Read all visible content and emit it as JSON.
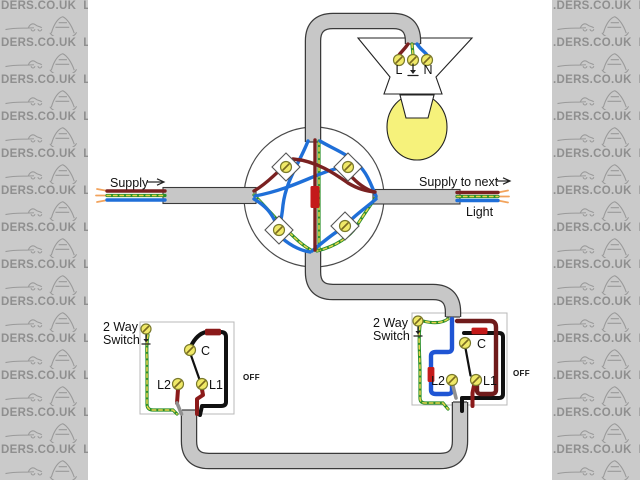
{
  "watermark": {
    "left_text": "DERS.CO.UK  LOCOSTB",
    "right_text": ".DERS.CO.UK  LOCOST",
    "rows": 14
  },
  "labels": {
    "supply": "Supply",
    "supply_to_next": "Supply to next",
    "light": "Light",
    "lamp_live": "L",
    "lamp_neutral": "N",
    "switch_line1": "2 Way",
    "switch_line2": "Switch",
    "common": "C",
    "l1": "L1",
    "l2": "L2",
    "off": "OFF"
  },
  "colors": {
    "conduit_gray": "#c7c7c7",
    "wire_brown": "#7a2121",
    "wire_blue": "#1f6fd8",
    "wire_green": "#2a8f2a",
    "earth_yellow_dash": "#e8d44d",
    "sleeve_red": "#c41a1a",
    "dark_red": "#8b1a1a",
    "terminal_yellow": "#f0e968",
    "bulb_yellow": "#f6f27b",
    "watermark_bg": "#cacaca",
    "watermark_text": "#8f8f8f",
    "frayed_tip_orange": "#f2a35c"
  }
}
